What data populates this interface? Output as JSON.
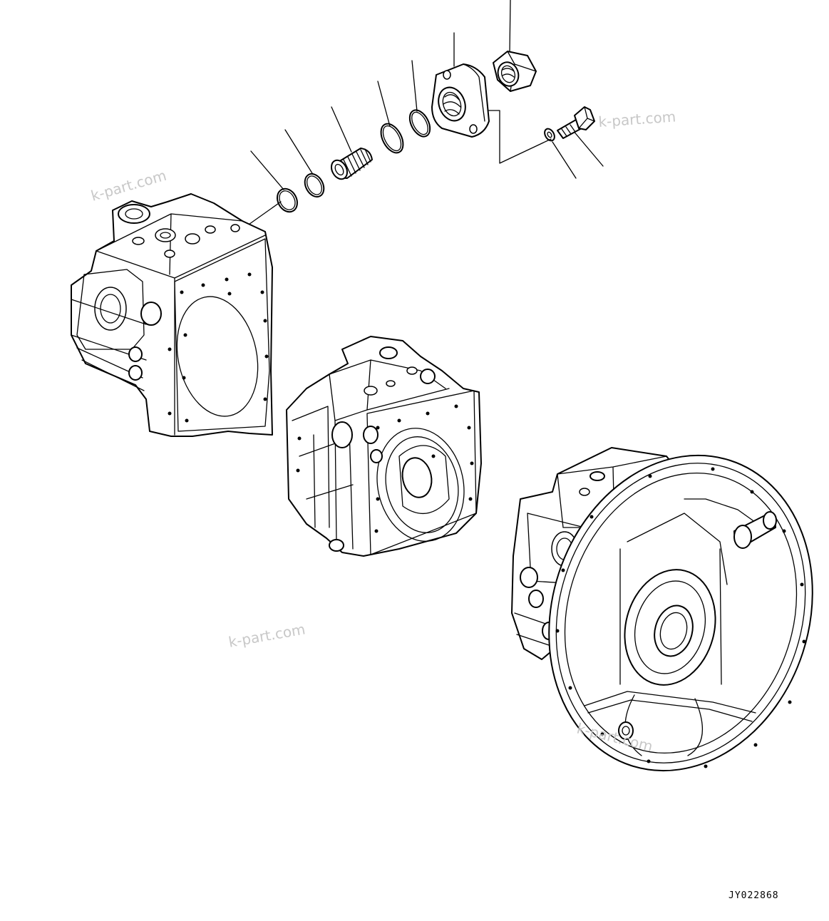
{
  "drawing": {
    "code": "JY022868"
  },
  "watermarks": [
    {
      "text": "k-part.com"
    },
    {
      "text": "k-part.com"
    },
    {
      "text": "k-part.com"
    },
    {
      "text": "k-part.com"
    }
  ]
}
